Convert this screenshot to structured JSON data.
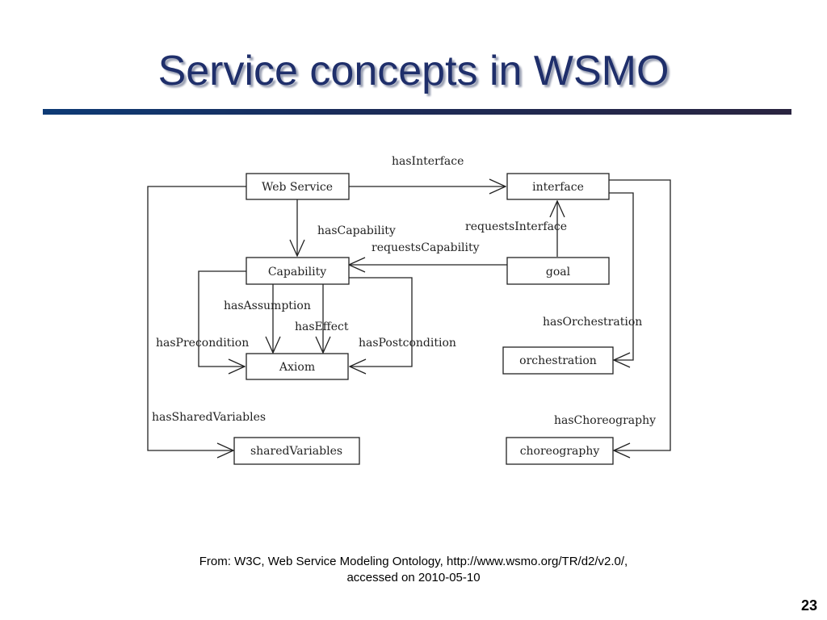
{
  "slide": {
    "title": "Service concepts in WSMO",
    "citation_line1": "From: W3C, Web Service Modeling Ontology, http://www.wsmo.org/TR/d2/v2.0/,",
    "citation_line2": "accessed on 2010-05-10",
    "slide_number": "23"
  },
  "diagram": {
    "nodes": {
      "web_service": "Web Service",
      "interface": "interface",
      "capability": "Capability",
      "goal": "goal",
      "axiom": "Axiom",
      "orchestration": "orchestration",
      "shared_variables": "sharedVariables",
      "choreography": "choreography"
    },
    "edges": {
      "has_interface": "hasInterface",
      "has_capability": "hasCapability",
      "requests_interface": "requestsInterface",
      "requests_capability": "requestsCapability",
      "has_assumption": "hasAssumption",
      "has_effect": "hasEffect",
      "has_precondition": "hasPrecondition",
      "has_postcondition": "hasPostcondition",
      "has_orchestration": "hasOrchestration",
      "has_shared_variables": "hasSharedVariables",
      "has_choreography": "hasChoreography"
    }
  }
}
